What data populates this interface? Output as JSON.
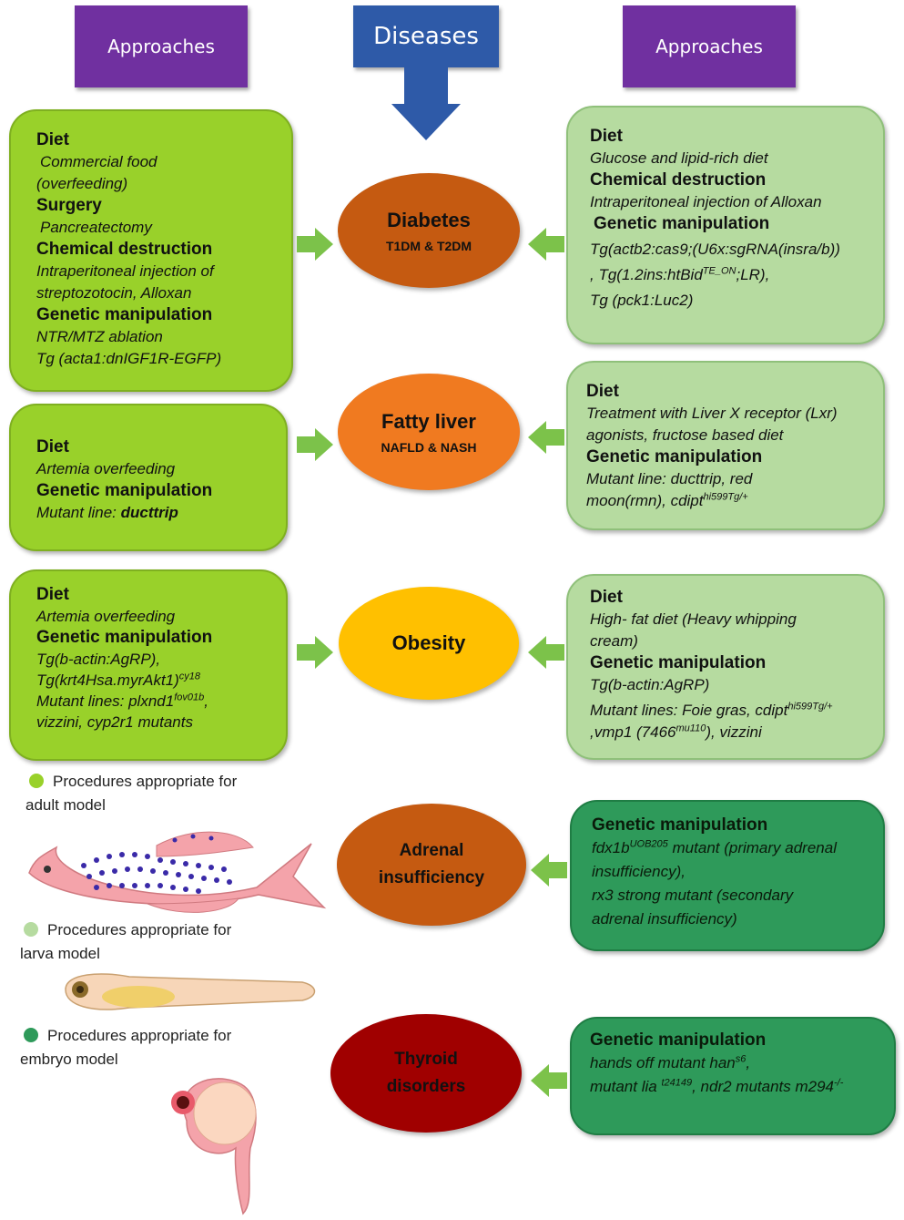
{
  "headers": {
    "left": "Approaches",
    "center": "Diseases",
    "right": "Approaches"
  },
  "diseases": [
    {
      "name": "Diabetes",
      "sub": "T1DM & T2DM"
    },
    {
      "name": "Fatty liver",
      "sub": "NAFLD & NASH"
    },
    {
      "name": "Obesity",
      "sub": ""
    },
    {
      "name": "Adrenal",
      "name2": "insufficiency",
      "sub": ""
    },
    {
      "name": "Thyroid",
      "name2": "disorders",
      "sub": ""
    }
  ],
  "left_boxes": {
    "diabetes": {
      "h1": "Diet",
      "t1a": "Commercial food",
      "t1b": "(overfeeding)",
      "h2": "Surgery",
      "t2": "Pancreatectomy",
      "h3": "Chemical destruction",
      "t3a": "Intraperitoneal injection of",
      "t3b": "streptozotocin, Alloxan",
      "h4": "Genetic manipulation",
      "t4a": "NTR/MTZ ablation",
      "t4b": "Tg (acta1:dnIGF1R-EGFP)"
    },
    "fatty": {
      "h1": "Diet",
      "t1": "Artemia overfeeding",
      "h2": "Genetic manipulation",
      "t2a": "Mutant line: ",
      "t2b": "ducttrip"
    },
    "obesity": {
      "h1": "Diet",
      "t1": "Artemia overfeeding",
      "h2": "Genetic manipulation",
      "t2": "Tg(b-actin:AgRP),",
      "t3": "Tg(krt4Hsa.myrAkt1)",
      "t3sup": "cy18",
      "t4": "Mutant lines: plxnd1",
      "t4sup": "fov01b",
      "t4end": ",",
      "t5": "vizzini, cyp2r1 mutants"
    }
  },
  "right_boxes": {
    "diabetes": {
      "h1": "Diet",
      "t1": "Glucose and lipid-rich diet",
      "h2": "Chemical destruction",
      "t2": "Intraperitoneal injection of Alloxan",
      "h3": "Genetic manipulation",
      "t3a": "Tg(actb2:cas9;(U6x:sgRNA(insra/b))",
      "t3b": ", Tg(1.2ins:htBid",
      "t3bsup": "TE_ON",
      "t3bend": ";LR),",
      "t3c": "Tg (pck1:Luc2)"
    },
    "fatty": {
      "h1": "Diet",
      "t1a": "Treatment with Liver X receptor (Lxr)",
      "t1b": "agonists, fructose based diet",
      "h2": "Genetic manipulation",
      "t2a": "Mutant line: ducttrip, red",
      "t2b": "moon(rmn), cdipt",
      "t2bsup": "hi599Tg/+"
    },
    "obesity": {
      "h1": "Diet",
      "t1a": "High- fat diet (Heavy whipping",
      "t1b": "cream)",
      "h2": "Genetic manipulation",
      "t2": "Tg(b-actin:AgRP)",
      "t3": "Mutant lines: Foie gras, cdipt",
      "t3sup": "hi599Tg/+",
      "t4a": ",vmp1 (7466",
      "t4sup": "mu110",
      "t4b": "), vizzini"
    },
    "adrenal": {
      "h1": "Genetic manipulation",
      "t1a": "fdx1b",
      "t1sup": "UOB205",
      "t1b": " mutant (primary adrenal",
      "t2": "insufficiency),",
      "t3": "rx3 strong mutant (secondary",
      "t4": "adrenal insufficiency)"
    },
    "thyroid": {
      "h1": "Genetic manipulation",
      "t1": "hands off mutant han",
      "t1sup": "s6",
      "t1end": ",",
      "t2a": "mutant lia ",
      "t2sup": "t24149",
      "t2b": ", ndr2 mutants m294",
      "t2sup2": "-/-"
    }
  },
  "legend": {
    "adult_a": "Procedures appropriate for",
    "adult_b": "adult model",
    "larva_a": "Procedures appropriate for",
    "larva_b": "larva model",
    "embryo_a": "Procedures appropriate for",
    "embryo_b": "embryo model"
  },
  "colors": {
    "adult": "#99d12a",
    "larva": "#b6dba0",
    "embryo": "#2e9a5a",
    "diabetes": "#c55a11",
    "fatty": "#f07a20",
    "obesity": "#ffc000",
    "adrenal": "#c55a11",
    "thyroid": "#a00000",
    "arrow": "#7cc24a"
  }
}
